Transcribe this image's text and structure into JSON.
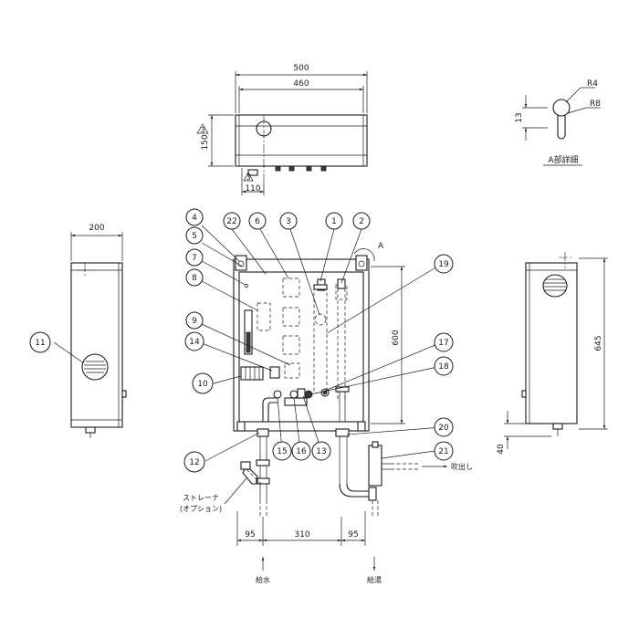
{
  "dimensions": {
    "top_width_outer": "500",
    "top_width_inner": "460",
    "top_depth": "150",
    "top_offset": "110",
    "side_width": "200",
    "front_height": "600",
    "side_height": "645",
    "bottom_leg": "40",
    "bottom_left": "95",
    "bottom_mid": "310",
    "bottom_right": "95",
    "detail_r4": "R4",
    "detail_r8": "R8",
    "detail_13": "13"
  },
  "labels": {
    "view_a_marker": "A",
    "detail_caption": "A部詳細",
    "strainer_line1": "ストレーナ",
    "strainer_line2": "(オプション)",
    "spout": "吹出し",
    "water_supply": "給水",
    "hot_water_supply": "給湯",
    "rev_mark": "3"
  },
  "callouts": [
    {
      "id": "c1",
      "num": "1"
    },
    {
      "id": "c2",
      "num": "2"
    },
    {
      "id": "c3",
      "num": "3"
    },
    {
      "id": "c4",
      "num": "4"
    },
    {
      "id": "c5",
      "num": "5"
    },
    {
      "id": "c6",
      "num": "6"
    },
    {
      "id": "c7",
      "num": "7"
    },
    {
      "id": "c8",
      "num": "8"
    },
    {
      "id": "c9",
      "num": "9"
    },
    {
      "id": "c10",
      "num": "10"
    },
    {
      "id": "c11",
      "num": "11"
    },
    {
      "id": "c12",
      "num": "12"
    },
    {
      "id": "c13",
      "num": "13"
    },
    {
      "id": "c14",
      "num": "14"
    },
    {
      "id": "c15",
      "num": "15"
    },
    {
      "id": "c16",
      "num": "16"
    },
    {
      "id": "c17",
      "num": "17"
    },
    {
      "id": "c18",
      "num": "18"
    },
    {
      "id": "c19",
      "num": "19"
    },
    {
      "id": "c20",
      "num": "20"
    },
    {
      "id": "c21",
      "num": "21"
    },
    {
      "id": "c22",
      "num": "22"
    }
  ]
}
